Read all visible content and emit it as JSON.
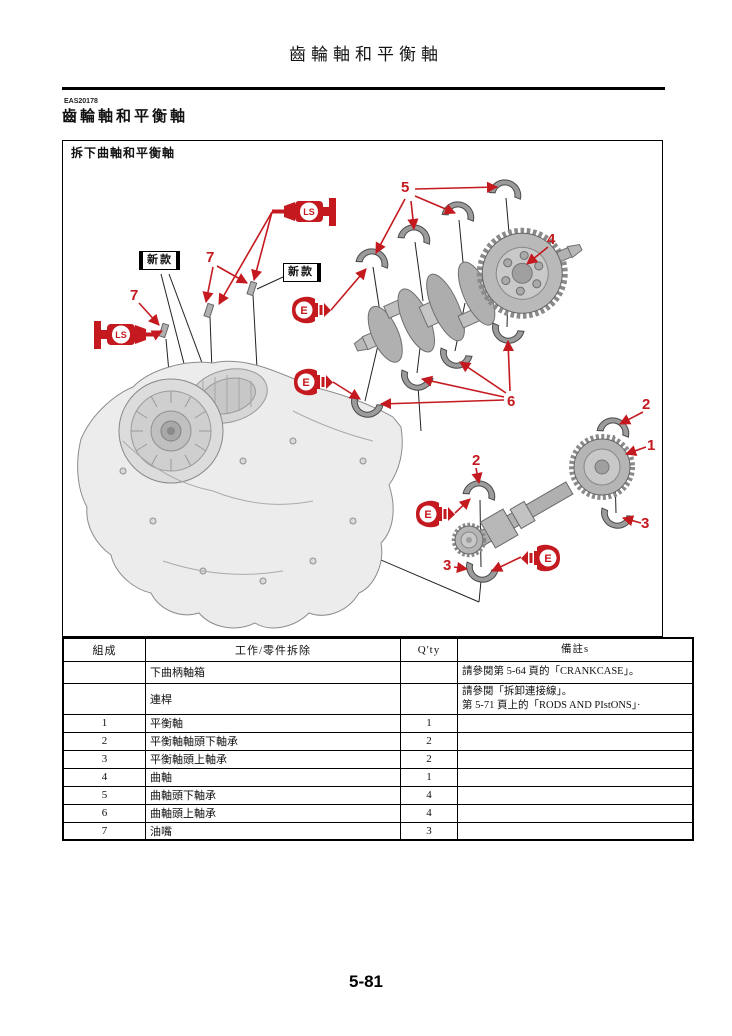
{
  "page": {
    "header_title": "齒輪軸和平衡軸",
    "section_code": "EAS20178",
    "section_title": "齒輪軸和平衡軸",
    "page_number": "5-81"
  },
  "figure": {
    "caption": "拆下曲軸和平衡軸",
    "new_model_label": "新款",
    "symbols": {
      "engine_oil_label": "E",
      "grease_label": "LS"
    },
    "callouts": {
      "c5": "5",
      "c4": "4",
      "c7a": "7",
      "c7b": "7",
      "c6": "6",
      "c2r": "2",
      "c1": "1",
      "c3r": "3",
      "c2l": "2",
      "c3l": "3"
    }
  },
  "table": {
    "headers": {
      "order": "組成",
      "job": "工作/零件拆除",
      "qty": "Q'ty",
      "remarks": "備註s"
    },
    "pre_rows": [
      {
        "order": "",
        "job": "下曲柄軸箱",
        "qty": "",
        "remark1": "請參閱第 5-64 頁的「CRANKCASE」。",
        "remark2": ""
      },
      {
        "order": "",
        "job": "連桿",
        "qty": "",
        "remark1": "請參閱「拆卸連接線」。",
        "remark2": "第 5-71 頁上的「RODS AND PIstONS」·"
      }
    ],
    "rows": [
      {
        "order": "1",
        "job": "平衡軸",
        "qty": "1",
        "remarks": ""
      },
      {
        "order": "2",
        "job": "平衡軸軸頭下軸承",
        "qty": "2",
        "remarks": ""
      },
      {
        "order": "3",
        "job": "平衡軸頭上軸承",
        "qty": "2",
        "remarks": ""
      },
      {
        "order": "4",
        "job": "曲軸",
        "qty": "1",
        "remarks": ""
      },
      {
        "order": "5",
        "job": "曲軸頭下軸承",
        "qty": "4",
        "remarks": ""
      },
      {
        "order": "6",
        "job": "曲軸頭上軸承",
        "qty": "4",
        "remarks": ""
      },
      {
        "order": "7",
        "job": "油嘴",
        "qty": "3",
        "remarks": ""
      }
    ]
  }
}
